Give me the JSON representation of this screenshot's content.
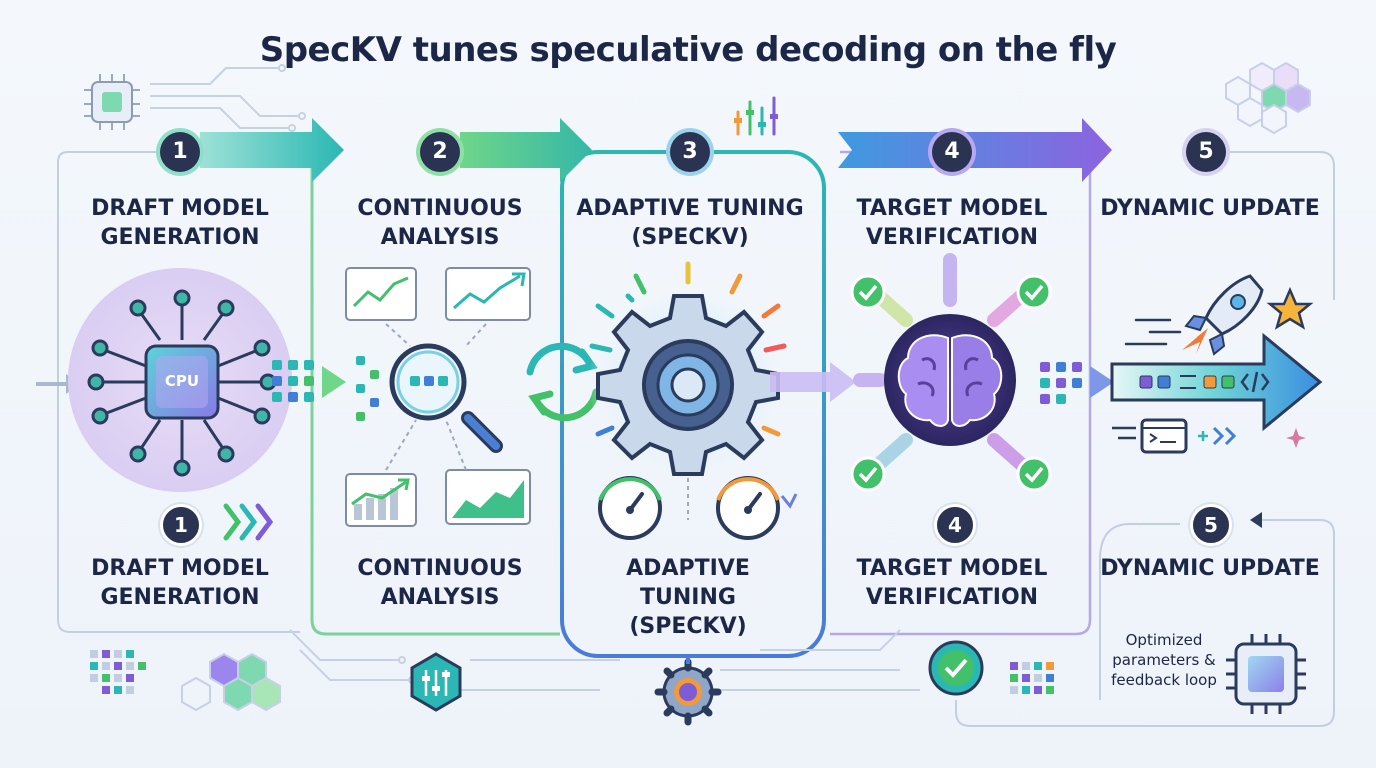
{
  "title": "SpecKV tunes speculative decoding on the fly",
  "steps": [
    {
      "number": "1",
      "label": "DRAFT MODEL GENERATION",
      "color": "#2a3352"
    },
    {
      "number": "2",
      "label": "CONTINUOUS ANALYSIS",
      "color": "#2a3352"
    },
    {
      "number": "3",
      "label": "ADAPTIVE TUNING (SPECKV)",
      "color": "#2a3352"
    },
    {
      "number": "4",
      "label": "TARGET MODEL VERIFICATION",
      "color": "#2a3352"
    },
    {
      "number": "5",
      "label": "DYNAMIC UPDATE",
      "color": "#2a3352"
    }
  ],
  "lower_steps": [
    {
      "number": "1",
      "label": "DRAFT MODEL GENERATION"
    },
    {
      "number": "",
      "label": "CONTINUOUS ANALYSIS"
    },
    {
      "number": "",
      "label": "ADAPTIVE TUNING (SPECKV)"
    },
    {
      "number": "4",
      "label": "TARGET MODEL VERIFICATION"
    },
    {
      "number": "5",
      "label": "DYNAMIC UPDATE"
    }
  ],
  "cpu_label": "CPU",
  "note": "Optimized parameters & feedback loop",
  "icons": {
    "cpu": "cpu-chip-icon",
    "magnifier": "magnifier-icon",
    "refresh": "refresh-cycle-icon",
    "gear": "gear-icon",
    "brain": "brain-icon",
    "rocket": "rocket-icon",
    "star": "star-icon",
    "check": "check-icon",
    "gauge": "gauge-icon",
    "terminal": "terminal-icon",
    "code": "code-brackets-icon"
  },
  "colors": {
    "ink": "#1c2646",
    "green": "#43c06a",
    "teal": "#2bb7b3",
    "blue": "#3f7fd6",
    "purple": "#7d5cd6",
    "violet": "#a98df0",
    "accent_orange": "#f29a3a",
    "accent_star": "#f6b53a"
  }
}
